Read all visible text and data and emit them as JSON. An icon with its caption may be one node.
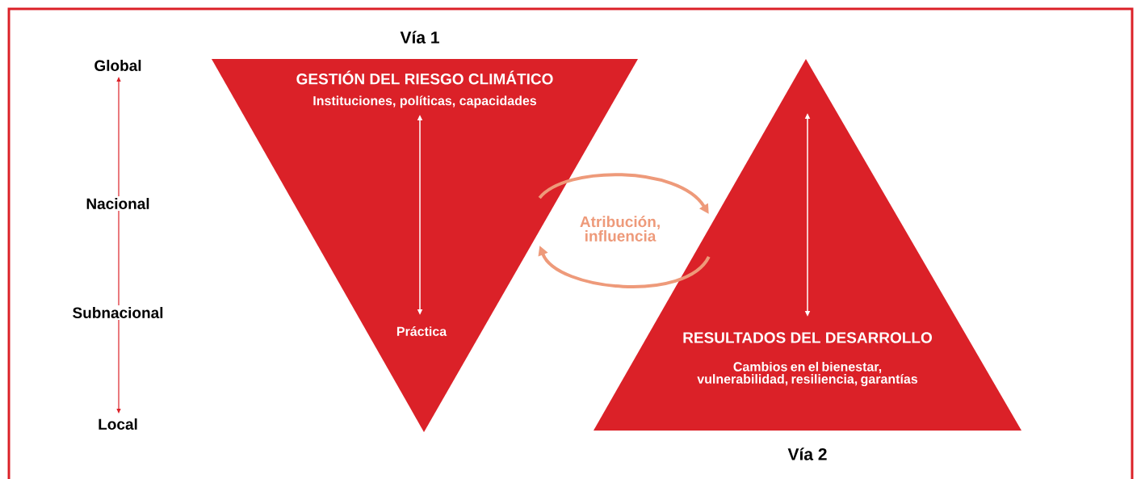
{
  "diagram": {
    "nodes": [
      {
        "text": [
          "GESTIÓN DEL RIESGO CLIMÁTICO",
          "Instituciones, políticas, capacidades",
          "Práctica"
        ],
        "beside": [
          "Vía 1"
        ]
      },
      {
        "text": [
          "RESULTADOS DEL DESARROLLO",
          "Cambios en el bienestar, vulnerabilidad, resiliencia, garantías"
        ],
        "beside": [
          "Vía 2"
        ]
      }
    ],
    "edges": [
      {
        "from": 0,
        "to": 1,
        "arrow": "to"
      },
      {
        "from": 1,
        "to": 0,
        "arrow": "to"
      }
    ],
    "labels": [
      "Global",
      "Nacional",
      "Subnacional",
      "Local",
      "Atribución, influencia"
    ]
  }
}
